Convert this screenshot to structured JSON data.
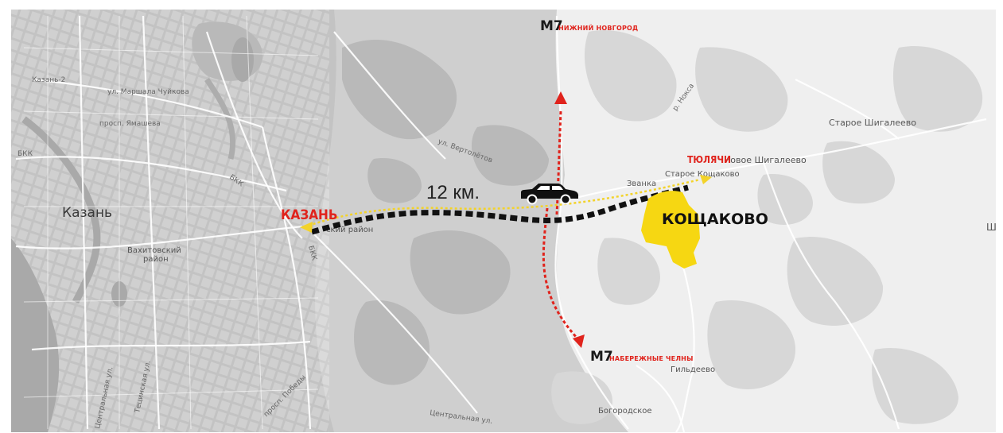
{
  "map": {
    "distance_label": "12 км.",
    "car_icon": "car-icon",
    "destination_village": "КОЩАКОВО",
    "origin_city_marker": "КАЗАНЬ",
    "direction_east": "ТЮЛЯЧИ",
    "highway_north": {
      "code": "M7",
      "direction": "НИЖНИЙ НОВГОРОД"
    },
    "highway_south": {
      "code": "M7",
      "direction": "НАБЕРЕЖНЫЕ ЧЕЛНЫ"
    },
    "base_labels": {
      "kazan": "Казань",
      "vakhitovsky": "Вахитовский",
      "rayon": "район",
      "sovetsky_rayon": "ский район",
      "staroe_shigaleevo": "Старое Шигалеево",
      "novoe_shigaleevo": "Новое Шигалеево",
      "staroe_koshchakovo": "Старое Кощаково",
      "zvanka": "Званка",
      "gildeevo": "Гильдеево",
      "bogorodskoe": "Богородское",
      "bkk_1": "БКК",
      "bkk_2": "БКК",
      "bkk_3": "БКК",
      "edge_sh": "Ш",
      "street_chuikova": "ул. Маршала Чуйкова",
      "street_yamasheva": "просп. Ямашева",
      "street_pobedy": "просп. Победы",
      "street_tsentralnaya": "Центральная ул.",
      "street_tetsinskaya": "Тецинская ул.",
      "street_zentralnaya_v": "Центральная ул.",
      "street_vernoletov": "ул. Вертолётов",
      "kazan_2": "Казань-2",
      "stream": "р. Нокса"
    },
    "colors": {
      "route_main": "#111111",
      "route_dash_yellow": "#f3d32a",
      "highway_red": "#e0231c",
      "village_fill": "#f6d712",
      "urban_gray": "#c8c8c8",
      "rural_gray": "#e8e8e8"
    }
  }
}
